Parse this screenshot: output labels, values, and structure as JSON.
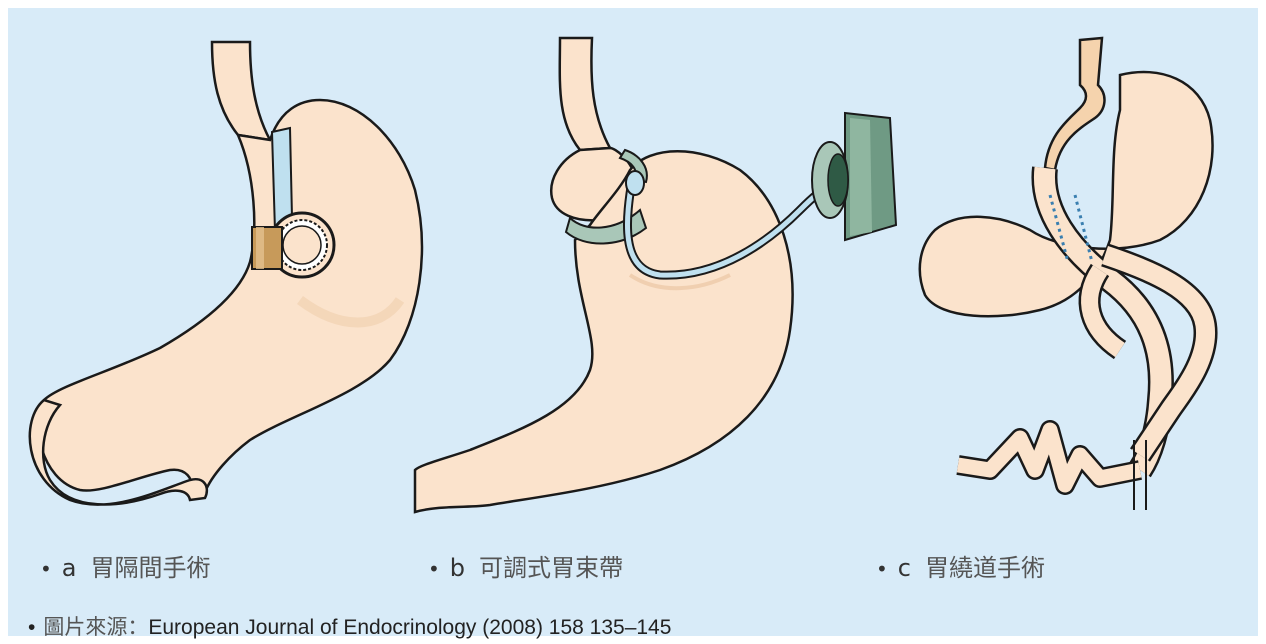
{
  "colors": {
    "background": "#d8ebf8",
    "tissue": "#fbe3cc",
    "outline": "#1a1a1a",
    "band": "#a9c7b8",
    "tube": "#bfe0ef",
    "port": "#6f9a84",
    "gold": "#c79a5a"
  },
  "panels": [
    {
      "letter": "a",
      "name": "胃隔間手術"
    },
    {
      "letter": "b",
      "name": "可調式胃束帶"
    },
    {
      "letter": "c",
      "name": "胃繞道手術"
    }
  ],
  "source": {
    "bullet": "•",
    "label": "圖片來源：",
    "citation": "European Journal of Endocrinology (2008) 158 135–145"
  },
  "bullet": "•"
}
